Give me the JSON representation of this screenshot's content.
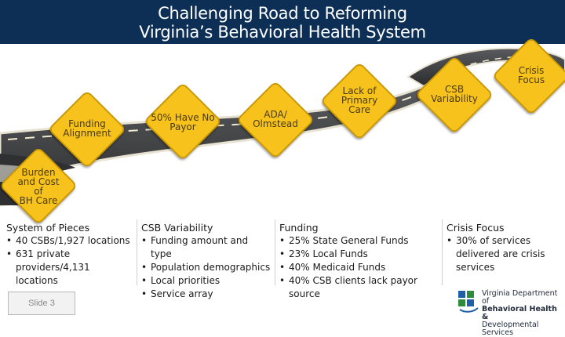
{
  "header": {
    "title_line1": "Challenging Road to Reforming",
    "title_line2": "Virginia’s Behavioral Health System"
  },
  "road_signs": [
    {
      "lines": [
        "Burden",
        "and Cost",
        "of",
        "BH Care"
      ]
    },
    {
      "lines": [
        "Funding",
        "Alignment"
      ]
    },
    {
      "lines": [
        "50% Have No",
        "Payor"
      ]
    },
    {
      "lines": [
        "ADA/",
        "Olmstead"
      ]
    },
    {
      "lines": [
        "Lack of",
        "Primary",
        "Care"
      ]
    },
    {
      "lines": [
        "CSB",
        "Variability"
      ]
    },
    {
      "lines": [
        "Crisis",
        "Focus"
      ]
    }
  ],
  "columns": [
    {
      "heading": "System of Pieces",
      "bullets": [
        "40 CSBs/1,927 locations",
        "631 private providers/4,131 locations"
      ]
    },
    {
      "heading": "CSB Variability",
      "bullets": [
        "Funding amount and type",
        "Population demographics",
        "Local priorities",
        "Service array"
      ]
    },
    {
      "heading": "Funding",
      "bullets": [
        "25% State General Funds",
        "23% Local Funds",
        "40% Medicaid Funds",
        "40% CSB clients lack payor source"
      ]
    },
    {
      "heading": "Crisis Focus",
      "bullets": [
        "30% of services delivered are crisis services"
      ]
    }
  ],
  "footer": {
    "slide_label": "Slide 3",
    "logo_line1": "Virginia Department of",
    "logo_line2": "Behavioral Health &",
    "logo_line3": "Developmental Services"
  },
  "colors": {
    "title_bar": "#0d2f56",
    "sign_yellow": "#f6c21b",
    "road_asphalt": "#3a3b3d",
    "road_edge": "#e7e2d2",
    "logo_blue": "#1f5fa8",
    "logo_green": "#2e8b3c"
  },
  "icons": {
    "logo": "vdbhds-logo-icon"
  }
}
